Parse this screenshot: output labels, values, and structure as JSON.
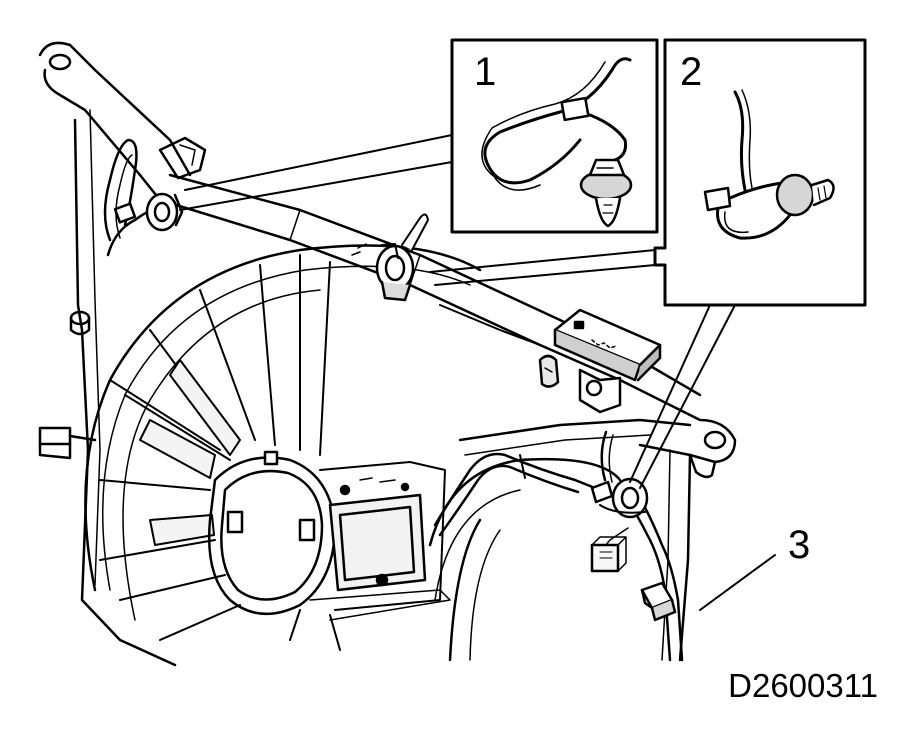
{
  "callouts": {
    "c1": "1",
    "c2": "2",
    "c3": "3"
  },
  "document_code": "D2600311",
  "colors": {
    "line": "#000000",
    "paper": "#ffffff",
    "part_fill": "#d8d8d8",
    "shade": "#9c9c9c"
  }
}
